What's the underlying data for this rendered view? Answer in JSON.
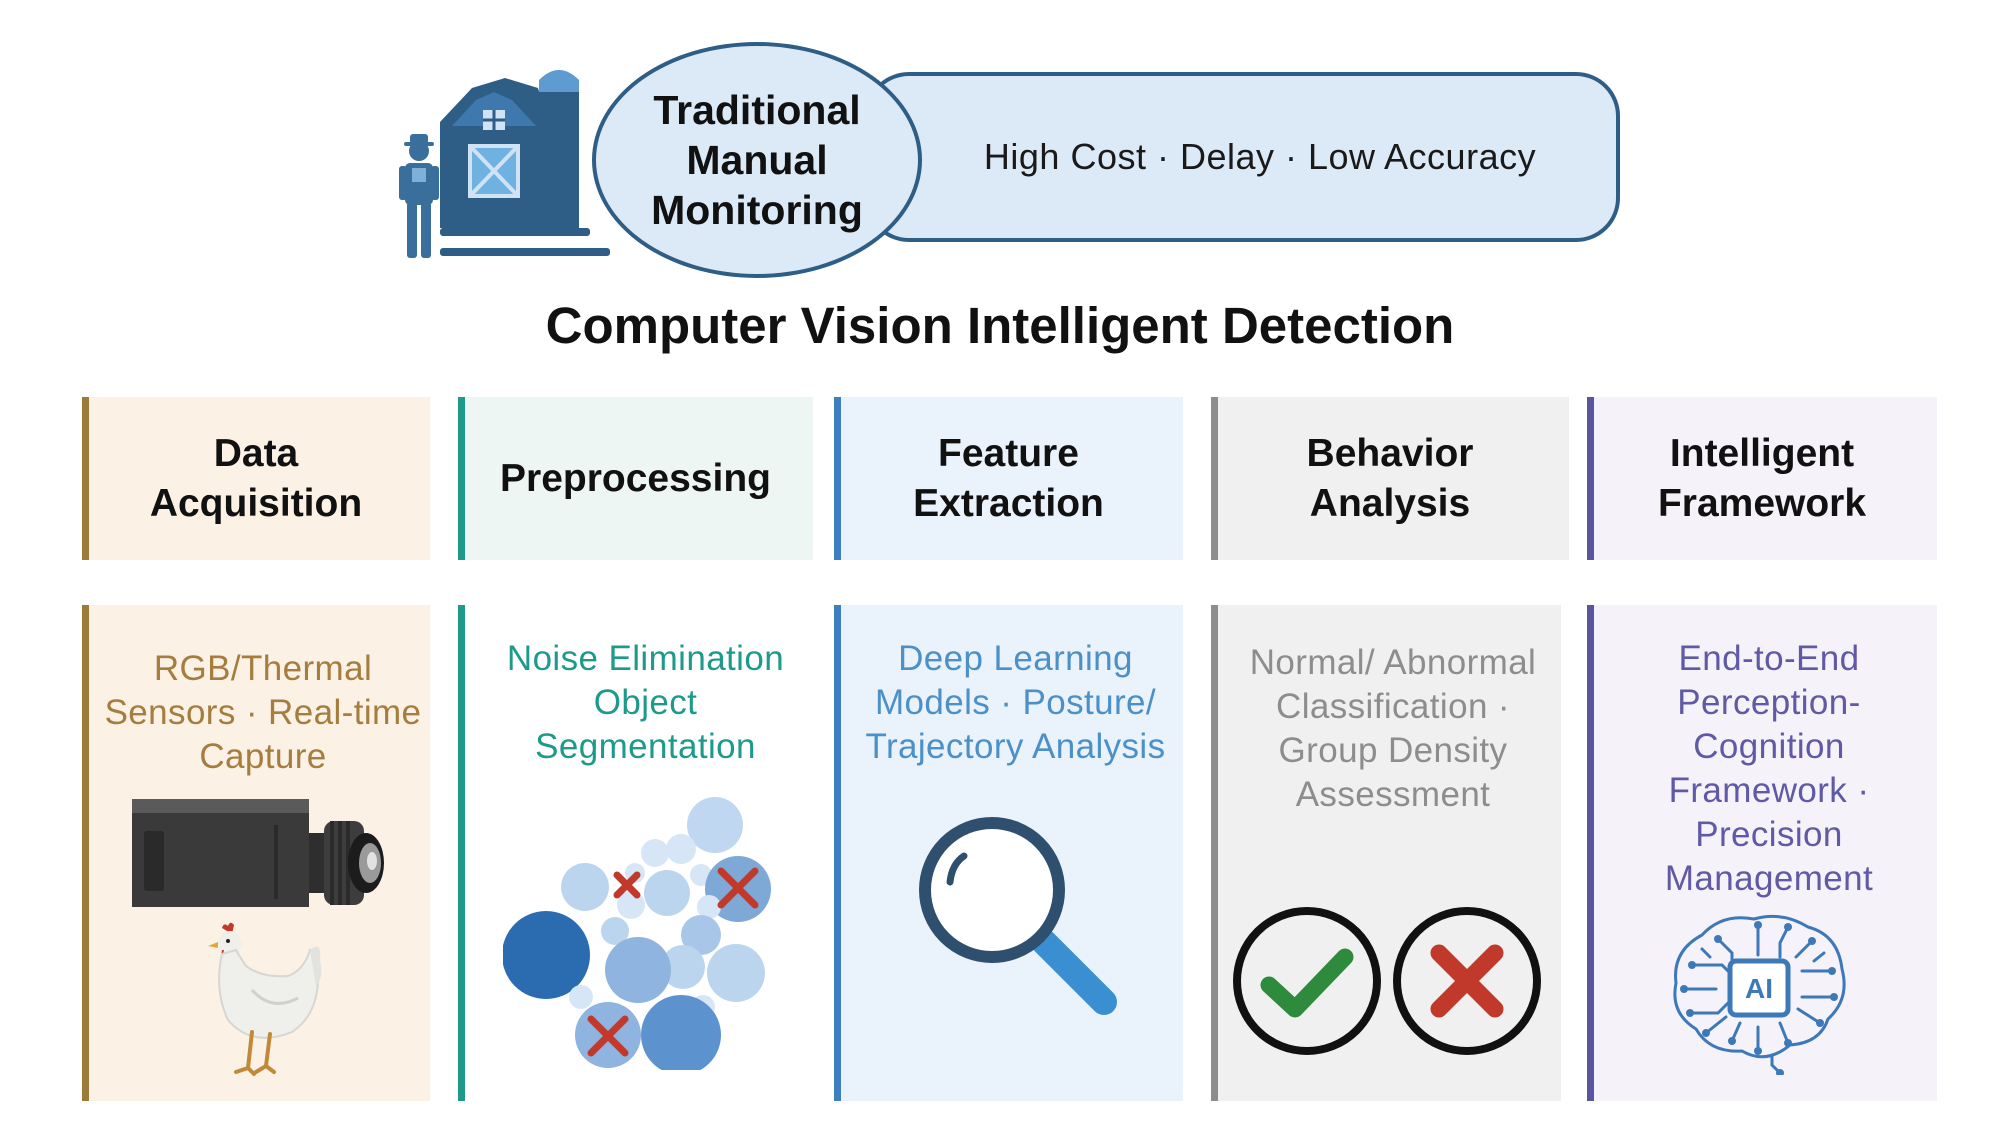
{
  "traditional": {
    "title": "Traditional Manual Monitoring",
    "drawbacks": "High Cost · Delay · Low Accuracy"
  },
  "main_title": "Computer Vision Intelligent Detection",
  "columns": [
    {
      "header": "Data Acquisition",
      "description": "RGB/Thermal Sensors · Real-time Capture",
      "accent": "#9c7a3c",
      "header_bg": "#fbf1e4",
      "body_bg": "#fbf1e4",
      "text_color": "#a57d3f",
      "illustration": "camera-and-chicken"
    },
    {
      "header": "Preprocessing",
      "description": "Noise Elimination Object Segmentation",
      "accent": "#1e9a8a",
      "header_bg": "#eef6f3",
      "body_bg": "#ffffff",
      "text_color": "#1e9a8a",
      "illustration": "noise-bubbles"
    },
    {
      "header": "Feature Extraction",
      "description": "Deep Learning Models · Posture/ Trajectory Analysis",
      "accent": "#3d7fc0",
      "header_bg": "#eaf2fb",
      "body_bg": "#eaf2fb",
      "text_color": "#4c90c8",
      "illustration": "magnifier"
    },
    {
      "header": "Behavior Analysis",
      "description": "Normal/ Abnormal Classification · Group Density Assessment",
      "accent": "#8d8d8d",
      "header_bg": "#f0f0f0",
      "body_bg": "#f0f0f0",
      "text_color": "#8d8d8d",
      "illustration": "check-and-cross"
    },
    {
      "header": "Intelligent Framework",
      "description": "End-to-End Perception-Cognition Framework · Precision Management",
      "accent": "#5a55a0",
      "header_bg": "#f5f2f9",
      "body_bg": "#f5f2f9",
      "text_color": "#5f59a6",
      "illustration": "ai-brain",
      "badge": "AI"
    }
  ]
}
